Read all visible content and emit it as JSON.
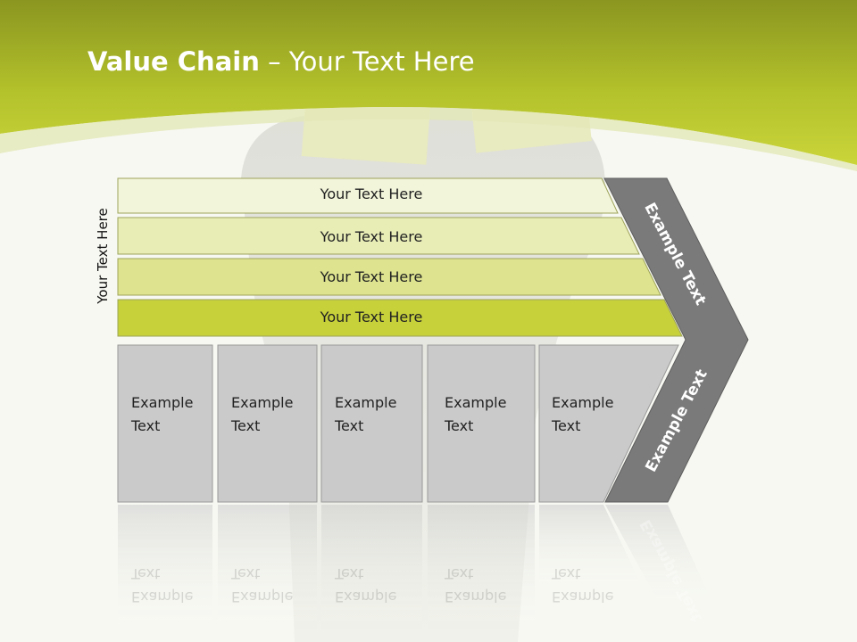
{
  "title": {
    "bold": "Value Chain",
    "rest": " – Your Text Here"
  },
  "side_label": "Your Text Here",
  "bars": [
    "Your Text Here",
    "Your Text Here",
    "Your Text Here",
    "Your Text Here"
  ],
  "cells": [
    {
      "line1": "Example",
      "line2": "Text"
    },
    {
      "line1": "Example",
      "line2": "Text"
    },
    {
      "line1": "Example",
      "line2": "Text"
    },
    {
      "line1": "Example",
      "line2": "Text"
    },
    {
      "line1": "Example",
      "line2": "Text"
    }
  ],
  "chevron": {
    "top": "Example Text",
    "bottom": "Example Text"
  },
  "colors": {
    "header_dark": "#8b9a1e",
    "header_light": "#c8d230",
    "bar1": "#f2f5d9",
    "bar2": "#e8edb6",
    "bar3": "#dde38e",
    "bar4": "#c7d13a",
    "cell": "#cacaca",
    "chevron": "#7a7a7a"
  }
}
